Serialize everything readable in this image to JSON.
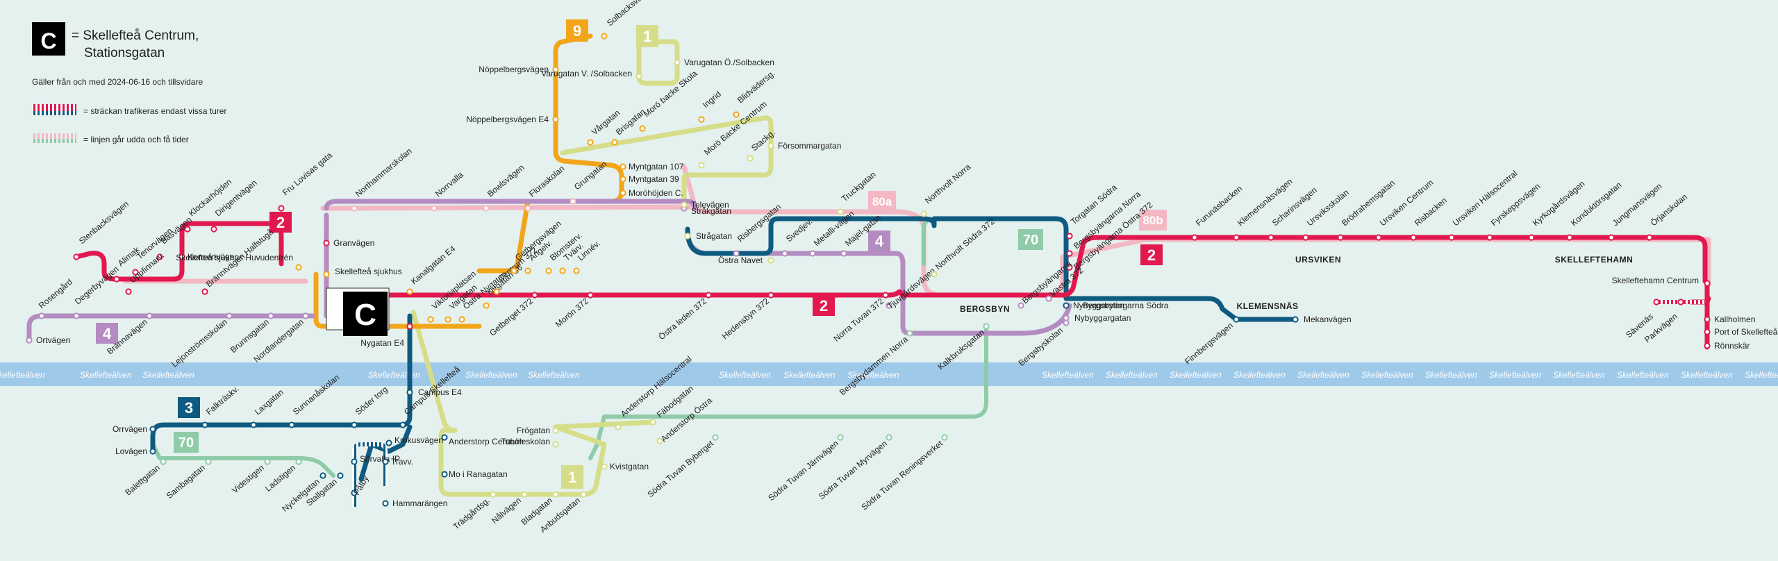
{
  "legend": {
    "centrum_symbol": "C",
    "centrum_line1": "= Skellefteå Centrum,",
    "centrum_line2": "Stationsgatan",
    "valid_from": "Gäller från och med 2024-06-16 och tillsvidare",
    "some_trips": "= sträckan trafikeras endast vissa turer",
    "odd_times": "= linjen går udda och få tider"
  },
  "river": {
    "name": "Skellefteälven",
    "color": "#9fc9e9"
  },
  "colors": {
    "line2": "#e2184f",
    "line3": "#0f5a80",
    "line4": "#b48cc1",
    "line9": "#f3a51a",
    "line1": "#d6dd88",
    "line70": "#8fcba8",
    "line80": "#f3b8c3",
    "background": "#e4f1ee"
  },
  "badges": [
    {
      "id": "badge-2-west",
      "text": "2",
      "color": "#e2184f"
    },
    {
      "id": "badge-2-mid",
      "text": "2",
      "color": "#e2184f"
    },
    {
      "id": "badge-2-east",
      "text": "2",
      "color": "#e2184f"
    },
    {
      "id": "badge-4-west",
      "text": "4",
      "color": "#b48cc1"
    },
    {
      "id": "badge-4-mid",
      "text": "4",
      "color": "#b48cc1"
    },
    {
      "id": "badge-9",
      "text": "9",
      "color": "#f3a51a"
    },
    {
      "id": "badge-1-north",
      "text": "1",
      "color": "#d6dd88"
    },
    {
      "id": "badge-1-south",
      "text": "1",
      "color": "#d6dd88"
    },
    {
      "id": "badge-3",
      "text": "3",
      "color": "#0f5a80"
    },
    {
      "id": "badge-70-west",
      "text": "70",
      "color": "#8fcba8"
    },
    {
      "id": "badge-70-east",
      "text": "70",
      "color": "#8fcba8"
    },
    {
      "id": "badge-80a",
      "text": "80a",
      "color": "#f3b8c3"
    },
    {
      "id": "badge-80b",
      "text": "80b",
      "color": "#f3b8c3"
    },
    {
      "id": "badge-c",
      "text": "C",
      "color": "#000000"
    }
  ],
  "places": [
    "URSVIKEN",
    "SKELLEFTEHAMN",
    "BERGSBYN",
    "KLEMENSNÄS"
  ],
  "stops": {
    "line2_west": [
      "Stenbacksvägen",
      "Alimak",
      "Tenorvägen",
      "Basvägen",
      "Klockarhöjden",
      "Dirigentvägen",
      "Fru Lovisas gata",
      "Konsertvägen",
      "Granvägen",
      "Uppfinnarv.",
      "Bränntvägen Halfstugå"
    ],
    "line2_main": [
      "Hedensbyn 372",
      "Norra Tuvan 372",
      "Torgatan Södra",
      "Bergsbyängarna Norra",
      "Bergsbyängarna Östra 372",
      "Furunäsbacken",
      "Klemensnäsvägen",
      "Scharinsvägen",
      "Ursviksskolan",
      "Brödrahemsgatan",
      "Ursviken Centrum",
      "Risbacken",
      "Ursviken Hälsocentral",
      "Fyrskeppsvägen",
      "Kyrkogårdsvägen",
      "Konduktörsgatan",
      "Jungmansvägen",
      "Örjanskolan",
      "Skelleftehamn Centrum"
    ],
    "line2_hamn": [
      "Sävenäs",
      "Parkvägen",
      "Kallholmen",
      "Port of Skellefteå",
      "Rönnskär"
    ],
    "line4": [
      "Ortvägen",
      "Rosengård",
      "Degerbyvägen",
      "Brännavägen",
      "Lejonströmsskolan",
      "Brunnsgatan",
      "Nordlandergatan",
      "Risbergsgatan",
      "Svedjev.",
      "Metalli-vägen",
      "Majel-gatan",
      "Stråkgatan",
      "Nyhyggarstan",
      "Nybyggargatan",
      "Bergsbyskolan",
      "Tjuvgårdsvägen",
      "Västra 372",
      "Bergsbyängarna"
    ],
    "line_north": [
      "Northammarskolan",
      "Norrvalla",
      "Bowlsvägen",
      "Floraskolan",
      "Grungatan",
      "Nöppelbergsvägen",
      "Nöppelbergsvägen E4",
      "Vårgatan",
      "Brisgatan",
      "Morö backe Skola",
      "Ingrid",
      "Blidvädersg.",
      "Varugatan V. /Solbacken",
      "Varugatan Ö./Solbacken",
      "Solbacksvägen",
      "Myntgatan 107",
      "Myntgatan 39",
      "Moröhöjden C.",
      "Morö Backe Centrum",
      "Stackg.",
      "Försommargatan",
      "Televägen",
      "Strågatan",
      "Östra Navet",
      "Truckgatan",
      "Northvolt Norra",
      "Northvolt Södra 372"
    ],
    "centrum": [
      "Skellefteå sjukhus Huvudentrén",
      "Skellefteå sjukhus",
      "Kanalgatan E4",
      "Viktoriaplatsen",
      "Vargatan",
      "Östra Nygatan",
      "Nygatan 86",
      "Centrum 372",
      "Getbergsvägen",
      "Angelv.",
      "Blomsterv.",
      "Tvärv.",
      "Linnév.",
      "Getberget 372",
      "Morön 372",
      "Östra leden 372",
      "Nygatan E4"
    ],
    "line3_70": [
      "Orrvägen",
      "Lovägen",
      "Falkträskv.",
      "Laxgatan",
      "Sunnanåskolan",
      "Söder torg",
      "Campus Skellefteå",
      "Campus E4",
      "Balettgatan",
      "Sambagatan",
      "Videstigen",
      "Ladstigen",
      "Nyckelgatan",
      "Stallgatan",
      "Sörvalla IP",
      "Travv.",
      "Pålby",
      "Hammarängen",
      "Krokusvägen",
      "Anderstorp Centrum",
      "Mo i Ranagatan"
    ],
    "line1_south": [
      "Trädgårdsg.",
      "Nålvägen",
      "Bladgatan",
      "Anbudsgatan",
      "Frögatan",
      "Tuböleskolan",
      "Kvistgatan",
      "Anderstorp Hälsocentral",
      "Fäbodgatan",
      "Anderstorp Östra",
      "Södra Tuvan Byberget",
      "Södra Tuvan Järnvägen",
      "Södra Tuvan Myrvägen",
      "Södra Tuvan Reningsverket",
      "Bergsbydammen Norra",
      "Kalkbruksgatan"
    ],
    "line3_east": [
      "Bergsbyängarna Södra",
      "Finnbergsvägen",
      "Mekanvägen"
    ]
  }
}
